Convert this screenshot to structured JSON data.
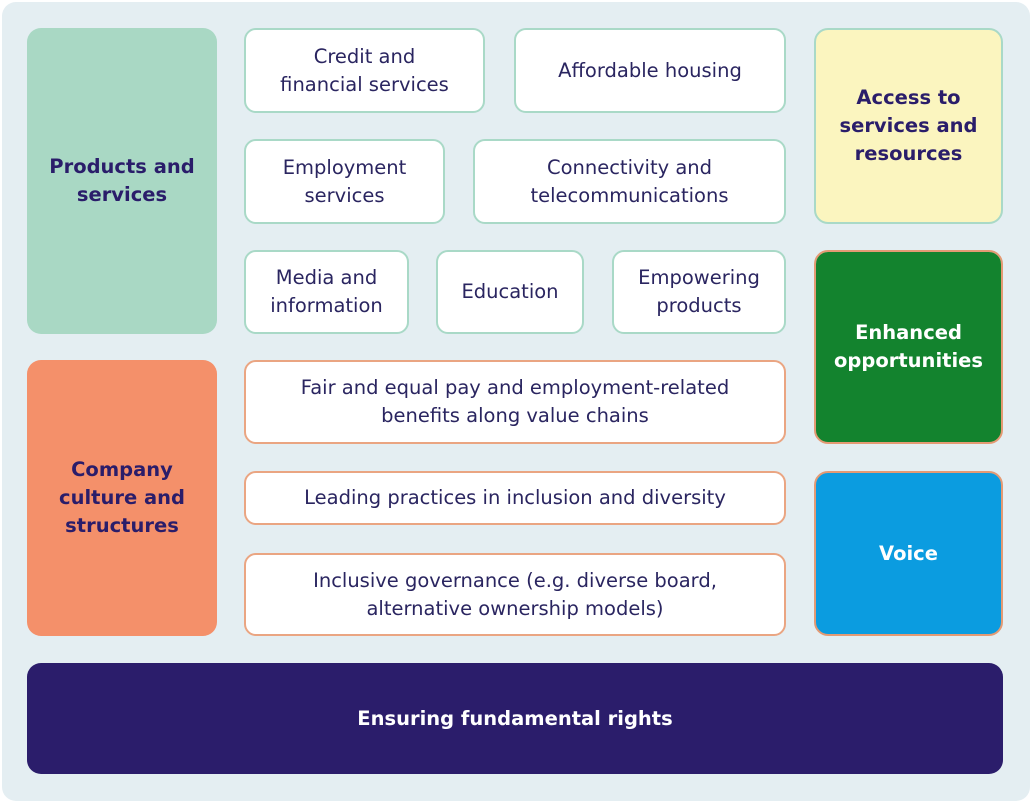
{
  "categories": {
    "products": "Products and\nservices",
    "culture": "Company\nculture and\nstructures"
  },
  "products_items": {
    "credit": "Credit and\nfinancial services",
    "housing": "Affordable housing",
    "employment": "Employment\nservices",
    "connectivity": "Connectivity and\ntelecommunications",
    "media": "Media and\ninformation",
    "education": "Education",
    "empowering": "Empowering\nproducts"
  },
  "culture_items": {
    "pay": "Fair and equal pay and employment-related\nbenefits along value chains",
    "diversity": "Leading practices in inclusion and diversity",
    "governance": "Inclusive governance (e.g. diverse board,\nalternative ownership models)"
  },
  "outcomes": {
    "access": "Access to\nservices and\nresources",
    "enhanced": "Enhanced\nopportunities",
    "voice": "Voice"
  },
  "foundation": "Ensuring fundamental rights",
  "colors": {
    "products": "#a9d8c4",
    "culture": "#f4906a",
    "access": "#fbf5bf",
    "enhanced": "#13832e",
    "voice": "#0b9ce0",
    "foundation": "#2b1d6b"
  }
}
